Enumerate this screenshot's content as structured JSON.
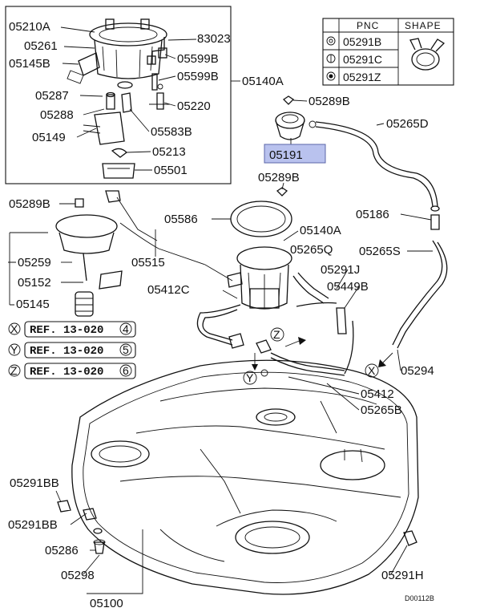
{
  "diagram_code": "D00112B",
  "highlighted_part": "05191",
  "labels": {
    "l05210A": "05210A",
    "l05261": "05261",
    "l05145B": "05145B",
    "l05287": "05287",
    "l05288": "05288",
    "l05149": "05149",
    "l83023": "83023",
    "l05599B_1": "05599B",
    "l05599B_2": "05599B",
    "l05140A_top": "05140A",
    "l05220": "05220",
    "l05583B": "05583B",
    "l05213": "05213",
    "l05501": "05501",
    "l05289B_1": "05289B",
    "l05265D": "05265D",
    "l05289B_2": "05289B",
    "l05289B_3": "05289B",
    "l05586": "05586",
    "l05186": "05186",
    "l05140A_mid": "05140A",
    "l05265Q": "05265Q",
    "l05265S": "05265S",
    "l05259": "05259",
    "l05515": "05515",
    "l05291J": "05291J",
    "l05152": "05152",
    "l05412C": "05412C",
    "l05449B": "05449B",
    "l05145": "05145",
    "l05294": "05294",
    "l05412": "05412",
    "l05265B": "05265B",
    "l05291BB_1": "05291BB",
    "l05291BB_2": "05291BB",
    "l05286": "05286",
    "l05298": "05298",
    "l05100": "05100",
    "l05291H": "05291H"
  },
  "refs": [
    {
      "marker": "X",
      "text": "REF. 13-020",
      "num": "4"
    },
    {
      "marker": "Y",
      "text": "REF. 13-020",
      "num": "5"
    },
    {
      "marker": "Z",
      "text": "REF. 13-020",
      "num": "6"
    }
  ],
  "callouts": {
    "x": "X",
    "y": "Y",
    "z": "Z"
  },
  "pnc_table": {
    "header_pnc": "PNC",
    "header_shape": "SHAPE",
    "rows": [
      "05291B",
      "05291C",
      "05291Z"
    ]
  }
}
